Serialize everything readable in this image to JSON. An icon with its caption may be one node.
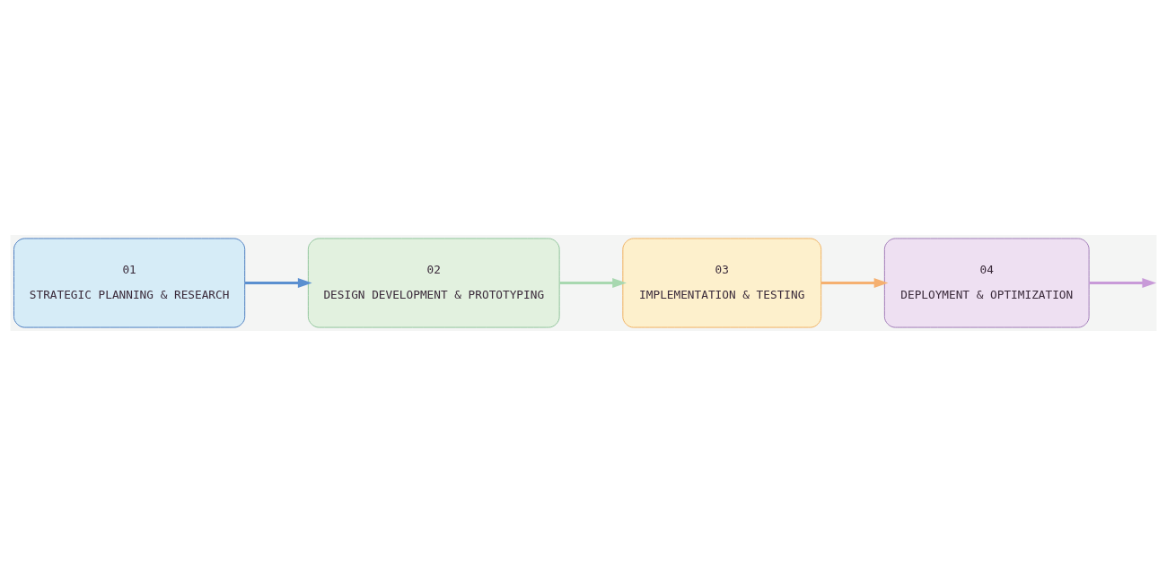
{
  "diagram": {
    "nodes": [
      {
        "text": [
          "01",
          "STRATEGIC PLANNING & RESEARCH"
        ]
      },
      {
        "text": [
          "02",
          "DESIGN DEVELOPMENT & PROTOTYPING"
        ]
      },
      {
        "text": [
          "03",
          "IMPLEMENTATION & TESTING"
        ]
      },
      {
        "text": [
          "04",
          "DEPLOYMENT & OPTIMIZATION"
        ]
      }
    ],
    "edges": [
      {
        "from": 0,
        "to": 1,
        "arrow": "to",
        "color": "#5a8fd0"
      },
      {
        "from": 1,
        "to": 2,
        "arrow": "to",
        "color": "#a8d8b0"
      },
      {
        "from": 2,
        "to": 3,
        "arrow": "to",
        "color": "#f5b070"
      },
      {
        "from": 3,
        "to": null,
        "arrow": "to",
        "color": "#c89ad8"
      }
    ]
  }
}
